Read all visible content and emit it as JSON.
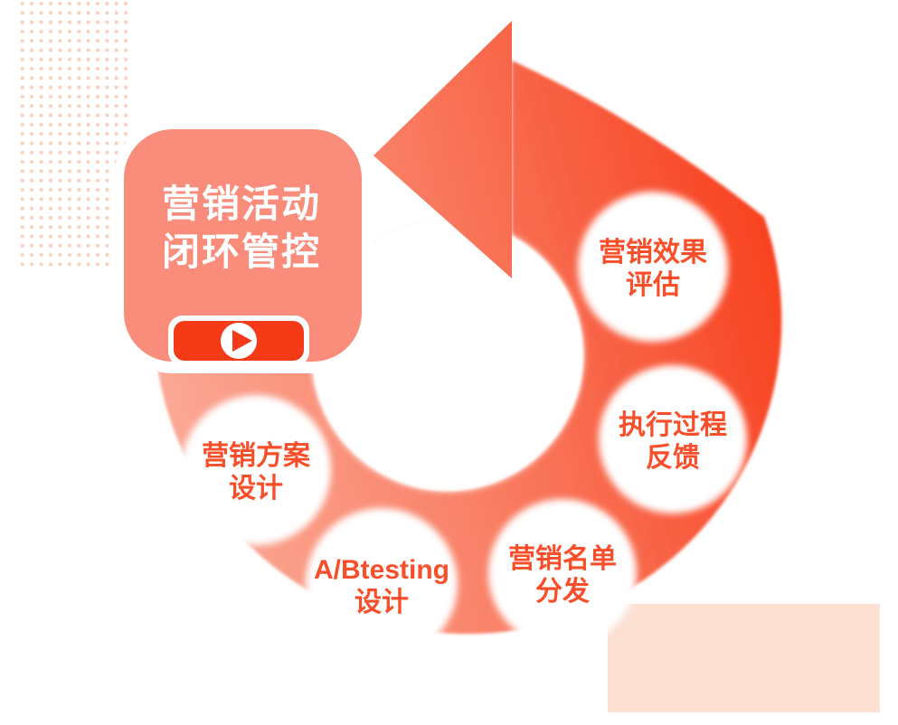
{
  "badge": {
    "title_line1": "营销活动",
    "title_line2": "闭环管控"
  },
  "play_button": {
    "icon": "play-triangle"
  },
  "steps": [
    {
      "line1": "营销方案",
      "line2": "设计"
    },
    {
      "line1": "A/Btesting",
      "line2": "设计"
    },
    {
      "line1": "营销名单",
      "line2": "分发"
    },
    {
      "line1": "执行过程",
      "line2": "反馈"
    },
    {
      "line1": "营销效果",
      "line2": "评估"
    }
  ],
  "colors": {
    "badge_fill": "#F98C7B",
    "badge_text": "#FFFFFF",
    "play_red": "#F43A17",
    "play_triangle": "#F43A17",
    "step_text": "#F84E2A",
    "band_gradient_start": "#FBAD9B",
    "band_gradient_mid": "#F98167",
    "band_gradient_end": "#F8401E",
    "dots": "#F9CFBD",
    "peach_block": "#FCE0D2",
    "background": "#FFFFFF"
  }
}
